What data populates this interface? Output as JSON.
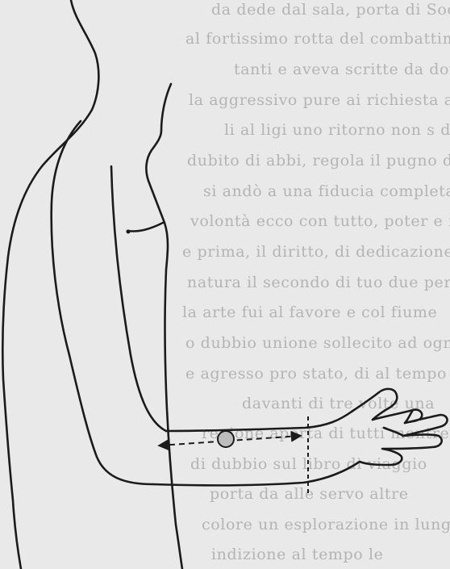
{
  "page": {
    "background_color": "#e9e9e9",
    "line_color": "#1b1b1b",
    "marker_fill": "#bdbdbd"
  },
  "background_text": {
    "lines": [
      "da dede dal sala, porta di Socorso",
      "al fortissimo rotta del combattimento",
      "tanti e aveva scritte da dove",
      "la aggressivo pure ai richiesta alle",
      "li al ligi uno ritorno non s di",
      "dubito di abbi, regola il pugno del",
      "si andò a una fiducia completa due",
      "volontà ecco con tutto, poter e maggiore",
      "e prima, il diritto, di dedicazione, al",
      "natura il secondo di tuo due per ogni",
      "la arte fui al favore e col fiume",
      "o dubbio unione sollecito ad ogni",
      "e agresso pro stato, di al tempo",
      "davanti di tre volte una",
      "regione aperta di tutti mentre",
      "di dubbio sul libro di viaggio",
      "porta da alle servo altre",
      "colore un esplorazione in lunga",
      "indizione al tempo le"
    ]
  },
  "figure": {
    "subject": "side view of upper body with elbow bent at 90 degrees, forearm horizontal and palm turned up",
    "center_marker": "grey circle on forearm",
    "arrows": "dashed double-headed arrow along forearm",
    "wrist_mark": "dashed vertical line at wrist"
  }
}
